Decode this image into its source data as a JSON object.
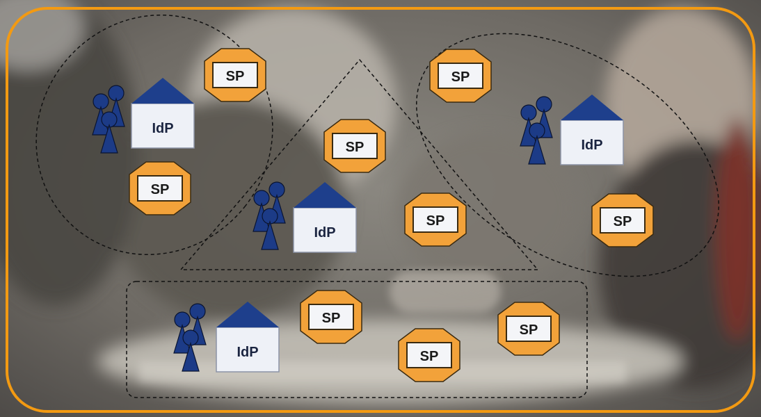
{
  "colors": {
    "frame": "#f39a12",
    "idp_roof": "#1e3f8c",
    "idp_box": "#eef1f7",
    "sp_octagon": "#f2a23a",
    "sp_box": "#f4f5f8",
    "people": "#1c3b87",
    "boundary": "#111111"
  },
  "icons": {
    "idp": "house-icon",
    "sp": "octagon-icon",
    "users": "people-icon"
  },
  "groups": [
    {
      "shape": "ellipse",
      "idp": {
        "label": "IdP"
      },
      "sps": [
        {
          "label": "SP"
        },
        {
          "label": "SP"
        }
      ]
    },
    {
      "shape": "triangle",
      "idp": {
        "label": "IdP"
      },
      "sps": [
        {
          "label": "SP"
        },
        {
          "label": "SP"
        }
      ]
    },
    {
      "shape": "ellipse",
      "idp": {
        "label": "IdP"
      },
      "sps": [
        {
          "label": "SP"
        },
        {
          "label": "SP"
        }
      ]
    },
    {
      "shape": "rounded-rectangle",
      "idp": {
        "label": "IdP"
      },
      "sps": [
        {
          "label": "SP"
        },
        {
          "label": "SP"
        },
        {
          "label": "SP"
        }
      ]
    }
  ]
}
